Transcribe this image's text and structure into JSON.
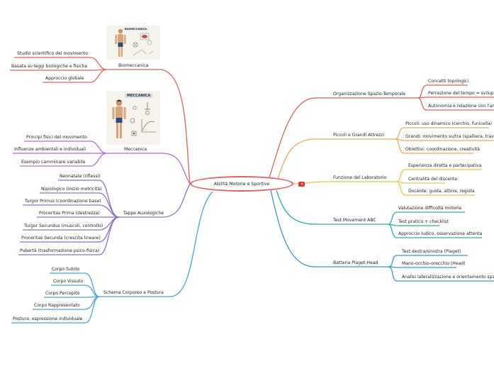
{
  "center": "Abilità Motorie e Sportive",
  "left": {
    "biomeccanica": {
      "title": "Biomeccanica",
      "image_label": "BIOMECCANICA",
      "items": [
        "Studio scientifico del movimento",
        "Basata su leggi biologiche e fisiche",
        "Approccio globale"
      ]
    },
    "meccanica": {
      "title": "Meccanica",
      "image_label": "MECCANICA",
      "items": [
        "Principi fisici del movimento",
        "Influenze ambientali e individuali",
        "Esempio camminare variabile"
      ]
    },
    "tappe": {
      "title": "Tappe Auxologiche",
      "items": [
        "Neonatale (riflessi)",
        "Nipiologico (inizio motricità)",
        "Turgor Primus (coordinazione base)",
        "Proceritas Prima (destrezza)",
        "Turgor Secundus (muscoli, controllo)",
        "Proceritas Secunda (crescita lineare)",
        "Pubertà (trasformazione psico-fisica)"
      ]
    },
    "schema": {
      "title": "Schema Corporeo e Postura",
      "items": [
        "Corpo Subito",
        "Corpo Vissuto",
        "Corpo Percepito",
        "Corpo Rappresentato",
        "Postura: espressione individuale"
      ]
    }
  },
  "right": {
    "organizzazione": {
      "title": "Organizzazione Spazio-Temporale",
      "items": [
        "Concetti topologici",
        "Percezione del tempo = sviluppo",
        "Autonomia e relazione con l'ambiente"
      ]
    },
    "attrezzi": {
      "title": "Piccoli e Grandi Attrezzi",
      "items": [
        "Piccoli: uso dinamico (cerchio, funicella)",
        "Grandi: movimento su/tra (spalliera, trave)",
        "Obiettivi: coordinazione, creatività"
      ]
    },
    "laboratorio": {
      "title": "Funzione del Laboratorio",
      "items": [
        "Esperienza diretta e partecipativa",
        "Centralità del discente",
        "Docente: guida, attore, regista"
      ]
    },
    "abc": {
      "title": "Test Movement ABC",
      "items": [
        "Valutazione difficoltà motorie",
        "Test pratico + checklist",
        "Approccio ludico, osservazione attenta"
      ]
    },
    "piaget": {
      "title": "Batteria Piaget-Head",
      "items": [
        "Test destra/sinistra (Piaget)",
        "Mano-occhio-orecchio (Head)",
        "Analisi lateralizzazione e orientamento spaziale"
      ]
    }
  },
  "colors": {
    "biomeccanica": "#e8625c",
    "meccanica": "#b36ad6",
    "tappe": "#8a73c9",
    "schema": "#4ea0dc",
    "organizzazione": "#e8625c",
    "attrezzi": "#f2a85f",
    "laboratorio": "#e8c64a",
    "abc": "#26b59f",
    "piaget": "#3f93d6"
  },
  "icons": [
    "youtube-icon",
    "biomeccanica-illustration",
    "meccanica-illustration"
  ]
}
